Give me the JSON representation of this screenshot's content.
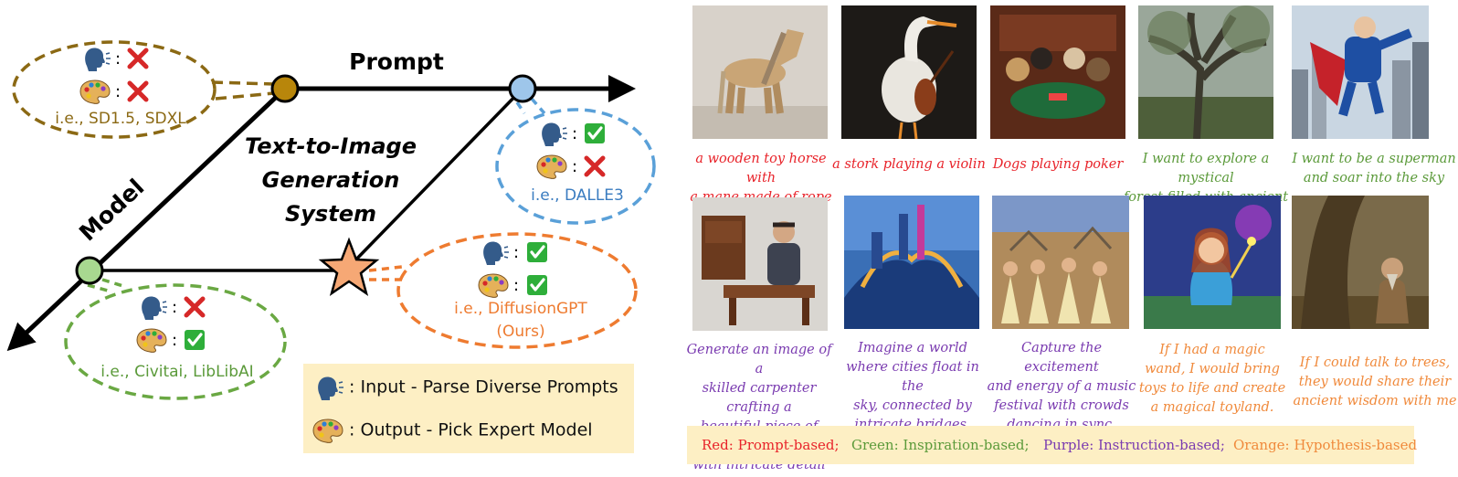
{
  "diagram": {
    "axis_prompt": "Prompt",
    "axis_model": "Model",
    "center_title": [
      "Text-to-Image",
      "Generation",
      "System"
    ],
    "bubbles": [
      {
        "examples": "i.e., SD1.5, SDXL",
        "input": "cross",
        "output": "cross",
        "color": "#8b6914"
      },
      {
        "examples": "i.e., DALLE3",
        "input": "check",
        "output": "cross",
        "color": "#5aa0d8"
      },
      {
        "examples_line1": "i.e., DiffusionGPT",
        "examples_line2": "(Ours)",
        "input": "check",
        "output": "check",
        "color": "#ee7b30"
      },
      {
        "examples": "i.e., Civitai, LibLibAI",
        "input": "cross",
        "output": "check",
        "color": "#6aa843"
      }
    ],
    "colon": ":",
    "key": {
      "input_label": ": Input - Parse Diverse Prompts",
      "output_label": ": Output - Pick Expert Model"
    },
    "colors": {
      "brown": "#8b6914",
      "blue": "#5aa0d8",
      "orange": "#ee7b30",
      "green": "#6aa843",
      "cross": "#d62828",
      "check": "#2eae3a"
    },
    "icons": [
      "speaking-head-icon",
      "palette-icon",
      "cross-mark-icon",
      "check-mark-icon",
      "star-icon"
    ]
  },
  "gallery": {
    "row1": [
      {
        "caption": [
          "a wooden toy horse with",
          "a mane made of rope"
        ],
        "category": "red"
      },
      {
        "caption": [
          "a stork playing a violin"
        ],
        "category": "red"
      },
      {
        "caption": [
          "Dogs playing poker"
        ],
        "category": "red"
      },
      {
        "caption": [
          "I want to explore a mystical",
          "forest filled with ancient trees"
        ],
        "category": "green"
      },
      {
        "caption": [
          "I want to be a superman",
          "and soar into the sky"
        ],
        "category": "green"
      }
    ],
    "row2": [
      {
        "caption": [
          "Generate an image of a",
          "skilled carpenter crafting a",
          "beautiful piece of furniture",
          "with intricate detail"
        ],
        "category": "purple"
      },
      {
        "caption": [
          "Imagine a world",
          "where cities float in the",
          "sky, connected by",
          "intricate bridges."
        ],
        "category": "purple"
      },
      {
        "caption": [
          "Capture the excitement",
          "and energy of a music",
          "festival with crowds",
          "dancing in sync."
        ],
        "category": "purple"
      },
      {
        "caption": [
          "If I had a magic",
          "wand, I would bring",
          "toys to life and create",
          "a magical toyland."
        ],
        "category": "orange"
      },
      {
        "caption": [
          "If I could talk to trees,",
          "they would share their",
          "ancient wisdom with me"
        ],
        "category": "orange"
      }
    ]
  },
  "legend": {
    "red": "Red: Prompt-based;",
    "green": "Green: Inspiration-based;",
    "purple": "Purple: Instruction-based;",
    "orange": "Orange: Hypothesis-based"
  }
}
